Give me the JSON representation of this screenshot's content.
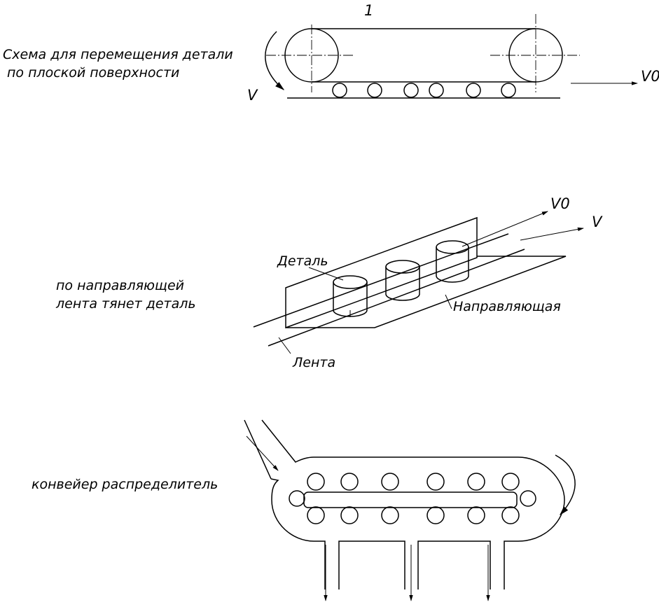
{
  "scheme1": {
    "title_line1": "Схема для перемещения детали",
    "title_line2": "по плоской поверхности",
    "number_label": "1",
    "belt_speed_label": "V",
    "part_speed_label": "V0"
  },
  "scheme2": {
    "title_line1": "по направляющей",
    "title_line2": "лента тянет деталь",
    "part_label": "Деталь",
    "guide_label": "Направляющая",
    "belt_label": "Лента",
    "part_speed_label": "V0",
    "belt_speed_label": "V"
  },
  "scheme3": {
    "title": "конвейер распределитель"
  }
}
